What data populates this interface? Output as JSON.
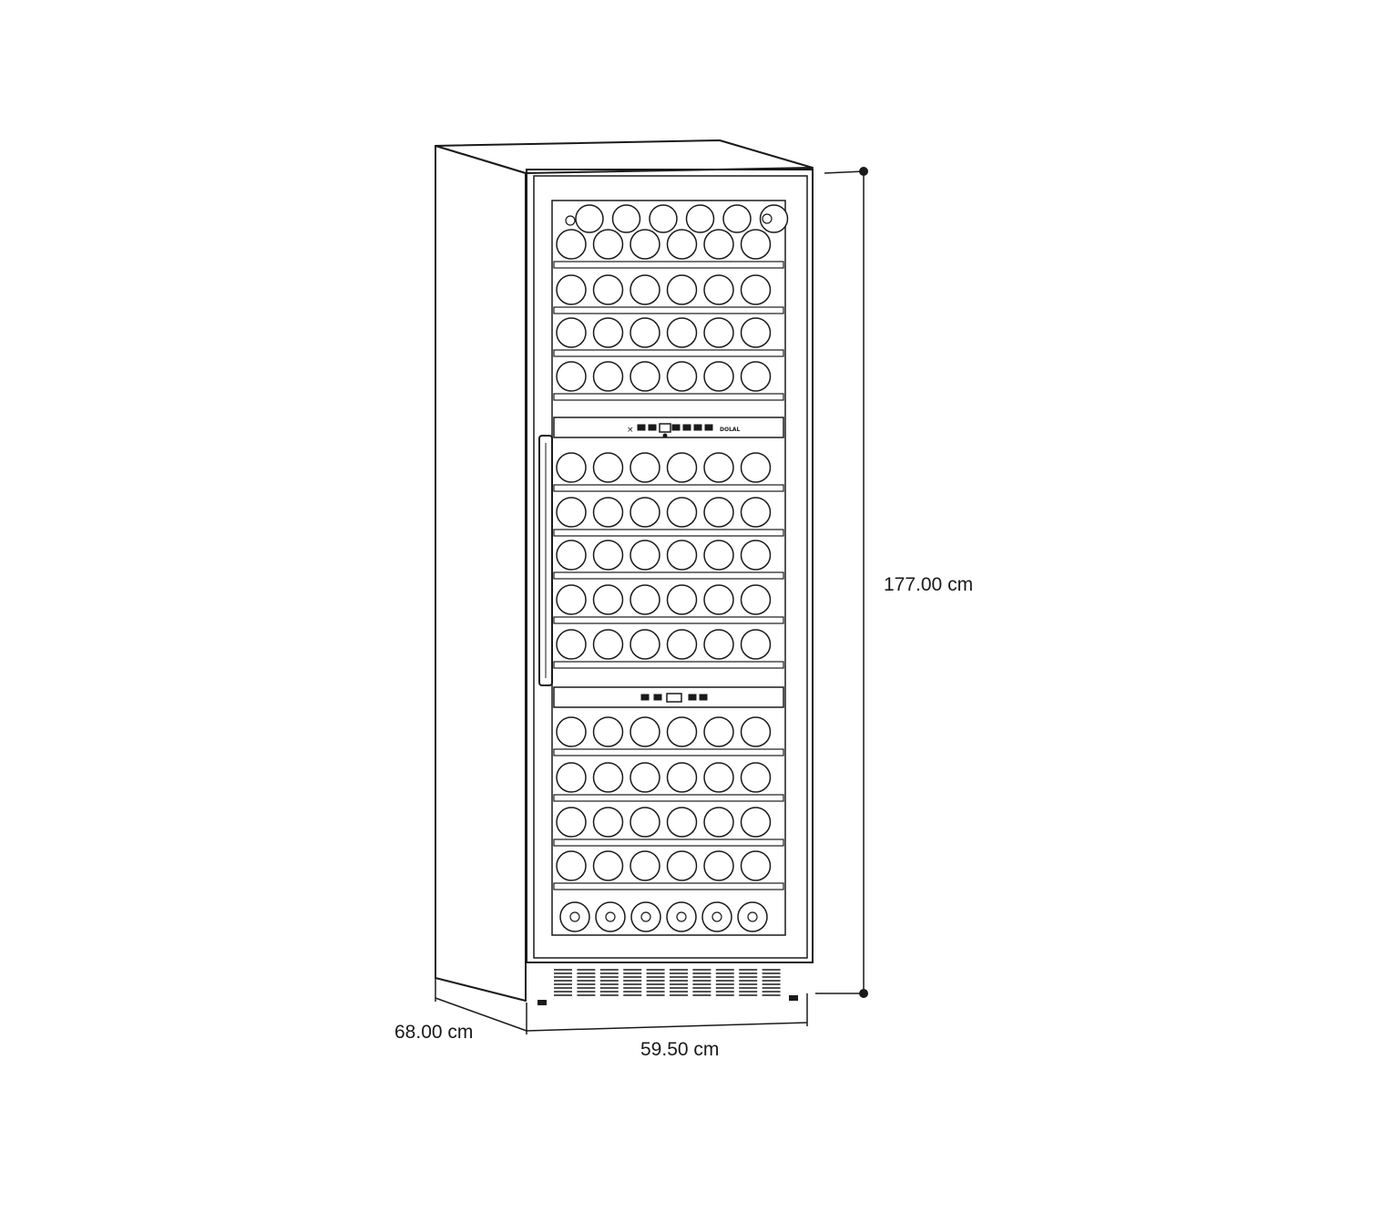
{
  "dimensions": {
    "height": "177.00 cm",
    "width": "59.50 cm",
    "depth": "68.00 cm"
  },
  "cabinet": {
    "shelves_upper_zone": 5,
    "shelves_lower_zone": 9,
    "bottles_per_row": 6,
    "display_text": "DOLAL"
  },
  "colors": {
    "line": "#1a1a1a",
    "background": "#ffffff"
  }
}
